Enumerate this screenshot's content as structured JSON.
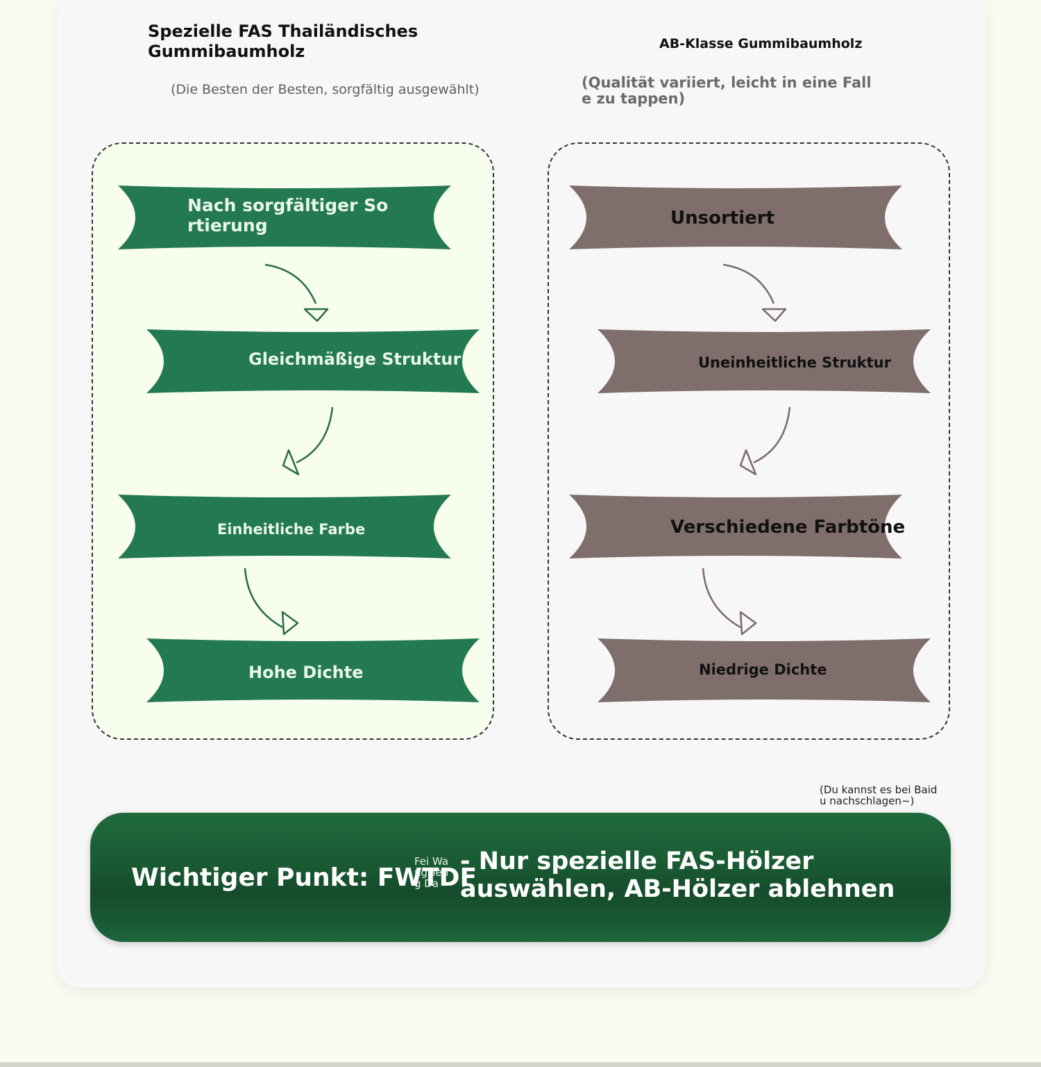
{
  "columns": {
    "left": {
      "title": "Spezielle FAS Thailändisches Gummibaumholz",
      "subtitle": "(Die Besten der Besten, sorgfältig ausgewählt)",
      "steps": [
        "Nach sorgfältiger Sortierung",
        "Gleichmäßige Struktur",
        "Einheitliche Farbe",
        "Hohe Dichte"
      ]
    },
    "right": {
      "title": "AB-Klasse Gummibaumholz",
      "subtitle": "(Qualität variiert, leicht in eine Falle zu tappen)",
      "steps": [
        "Unsortiert",
        "Uneinheitliche Struktur",
        "Verschiedene Farbtöne",
        "Niedrige Dichte"
      ]
    }
  },
  "note": "(Du kannst es bei Baidu nachschlagen~)",
  "key_point": {
    "label": "Wichtiger Punkt: FWTDF",
    "small_name": "Fei Wang Teng Da",
    "text": "- Nur spezielle FAS-Hölzer auswählen, AB-Hölzer ablehnen"
  },
  "colors": {
    "green_banner": "#237950",
    "brown_banner": "#7f6e6c",
    "green_arrow": "#2b6b4a",
    "brown_arrow": "#7a6b6a"
  }
}
